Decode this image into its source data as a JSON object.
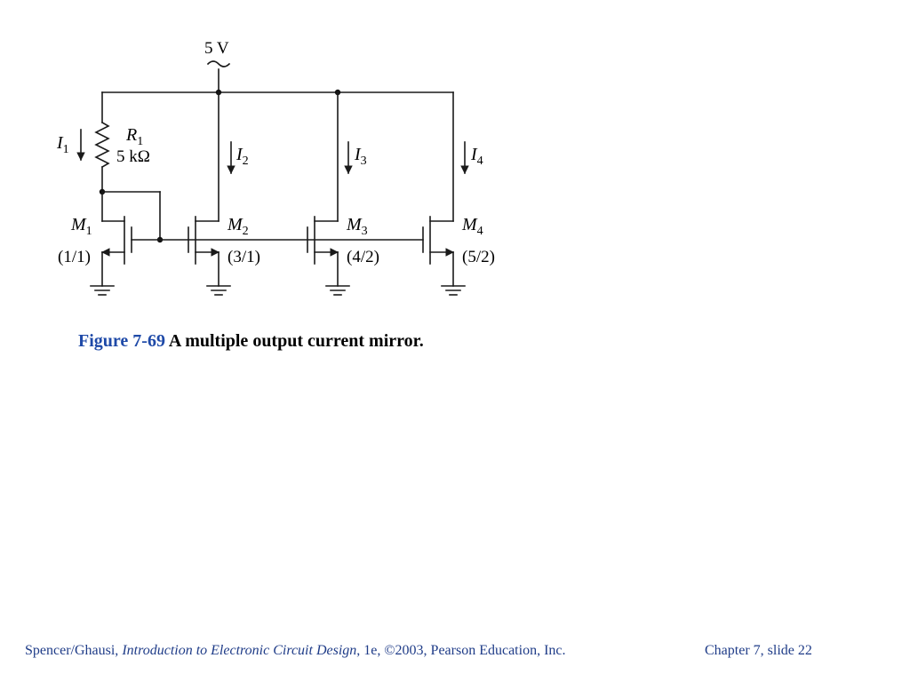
{
  "diagram": {
    "supply": "5 V",
    "resistor": {
      "name": "R",
      "sub": "1",
      "value": "5 kΩ"
    },
    "currents": [
      {
        "name": "I",
        "sub": "1"
      },
      {
        "name": "I",
        "sub": "2"
      },
      {
        "name": "I",
        "sub": "3"
      },
      {
        "name": "I",
        "sub": "4"
      }
    ],
    "transistors": [
      {
        "name": "M",
        "sub": "1",
        "ratio": "(1/1)"
      },
      {
        "name": "M",
        "sub": "2",
        "ratio": "(3/1)"
      },
      {
        "name": "M",
        "sub": "3",
        "ratio": "(4/2)"
      },
      {
        "name": "M",
        "sub": "4",
        "ratio": "(5/2)"
      }
    ]
  },
  "caption": {
    "figure": "Figure 7-69",
    "text": "A multiple output current mirror."
  },
  "footer": {
    "authors": "Spencer/Ghausi, ",
    "book_title": "Introduction to Electronic Circuit Design",
    "edition": ", 1e, ©2003, Pearson Education, Inc.",
    "slide": "Chapter 7, slide 22"
  }
}
